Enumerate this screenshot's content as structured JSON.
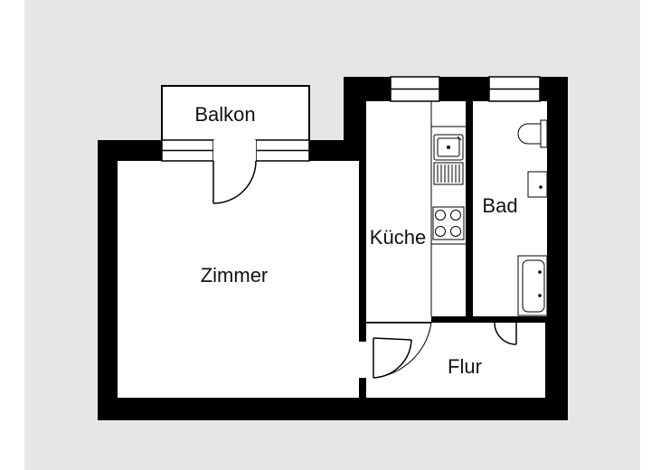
{
  "colors": {
    "background": "#e6e6e6",
    "floor": "#ffffff",
    "wall": "#000000",
    "fixture_stroke": "#000000"
  },
  "icons": [
    "sink-icon",
    "drain-rack-icon",
    "stove-icon",
    "toilet-icon",
    "washbasin-icon",
    "bathtub-icon",
    "door-swing-icon",
    "window-icon"
  ],
  "rooms": {
    "balkon": {
      "label": "Balkon"
    },
    "zimmer": {
      "label": "Zimmer"
    },
    "kueche": {
      "label": "Küche"
    },
    "bad": {
      "label": "Bad"
    },
    "flur": {
      "label": "Flur"
    }
  }
}
